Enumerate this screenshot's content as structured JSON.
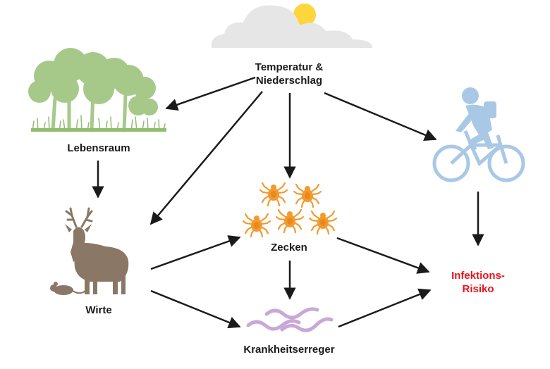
{
  "nodes": {
    "weather": {
      "line1": "Temperatur &",
      "line2": "Niederschlag"
    },
    "habitat": {
      "label": "Lebensraum"
    },
    "hosts": {
      "label": "Wirte"
    },
    "ticks": {
      "label": "Zecken"
    },
    "pathogens": {
      "label": "Krankheitserreger"
    },
    "risk": {
      "line1": "Infektions-",
      "line2": "Risiko"
    }
  },
  "colors": {
    "arrow": "#1a1a1a",
    "risk_text": "#e8141c",
    "tree_green": "#a6c98a",
    "grass_green": "#8fbe6e",
    "deer_brown": "#8a7766",
    "tick_orange": "#f39a2e",
    "pathogen_purple": "#c9a8d8",
    "cyclist_blue": "#a8c8e6",
    "cloud_gray": "#e6e6e6",
    "sun_yellow": "#fcd63a"
  },
  "icons": [
    "cloud-sun-icon",
    "trees-icon",
    "deer-icon",
    "mouse-icon",
    "tick-icon",
    "pathogen-icon",
    "cyclist-icon"
  ]
}
